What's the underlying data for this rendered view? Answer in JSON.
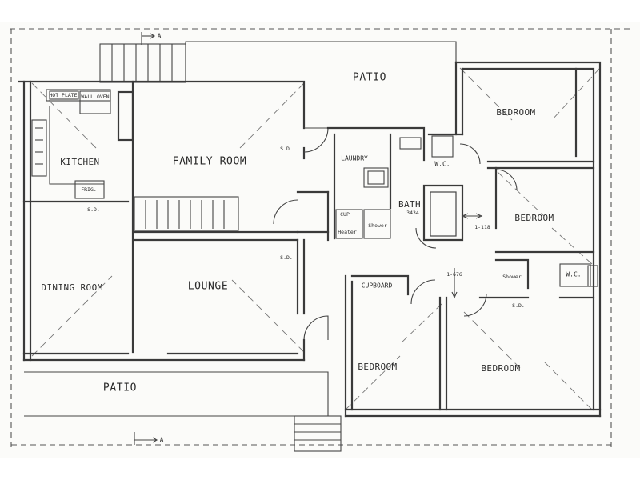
{
  "labels": {
    "kitchen": "KITCHEN",
    "family_room": "FAMILY ROOM",
    "dining_room": "DINING ROOM",
    "lounge": "LOUNGE",
    "patio_top": "PATIO",
    "patio_bottom": "PATIO",
    "bedroom_top_right": "BEDROOM",
    "bedroom_mid_right": "BEDROOM",
    "bedroom_bottom_mid": "BEDROOM",
    "bedroom_bottom_right": "BEDROOM",
    "laundry": "LAUNDRY",
    "wc_upper": "W.C.",
    "wc_lower": "W.C.",
    "bath": "BATH",
    "bath_dim": "3434",
    "cupboard_bath": "CUP",
    "heater": "Heater",
    "shower_bath": "Shower",
    "shower_bed": "Shower",
    "cupboard_hall": "CUPBOARD",
    "hot_plate": "HOT PLATE",
    "wall_oven": "WALL OVEN",
    "fridge": "FRIG.",
    "sd_1": "S.D.",
    "sd_2": "S.D.",
    "sd_3": "S.D.",
    "sd_4": "S.D.",
    "dim_1118": "1-118",
    "dim_1676": "1-676",
    "section_a_top": "A",
    "section_a_bottom": "A"
  }
}
